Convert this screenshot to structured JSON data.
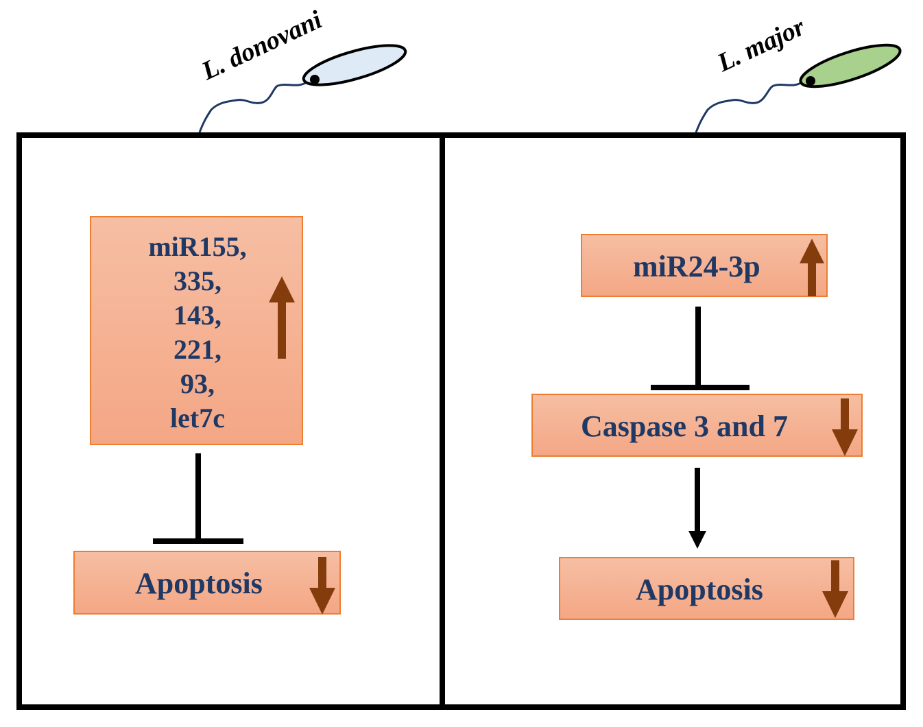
{
  "figure": {
    "left_panel": {
      "organism": "L. donovani",
      "organism_body_color": "#deebf7",
      "mirna_lines": [
        "miR155,",
        "335,",
        "143,",
        "221,",
        "93,",
        "let7c"
      ],
      "mirna_regulation": "up",
      "relation": "inhibits",
      "outcome": "Apoptosis",
      "outcome_regulation": "down"
    },
    "right_panel": {
      "organism": "L. major",
      "organism_body_color": "#a9d18e",
      "mirna": "miR24-3p",
      "mirna_regulation": "up",
      "relation1": "inhibits",
      "target": "Caspase 3 and 7",
      "target_regulation": "down",
      "relation2": "activates",
      "outcome": "Apoptosis",
      "outcome_regulation": "down"
    },
    "colors": {
      "box_border": "#ed7d31",
      "box_fill_top": "#f6bea3",
      "box_fill_bottom": "#f4a785",
      "text": "#1f3864",
      "regulation_arrow": "#843c0c",
      "flagellum": "#1f3864"
    }
  }
}
